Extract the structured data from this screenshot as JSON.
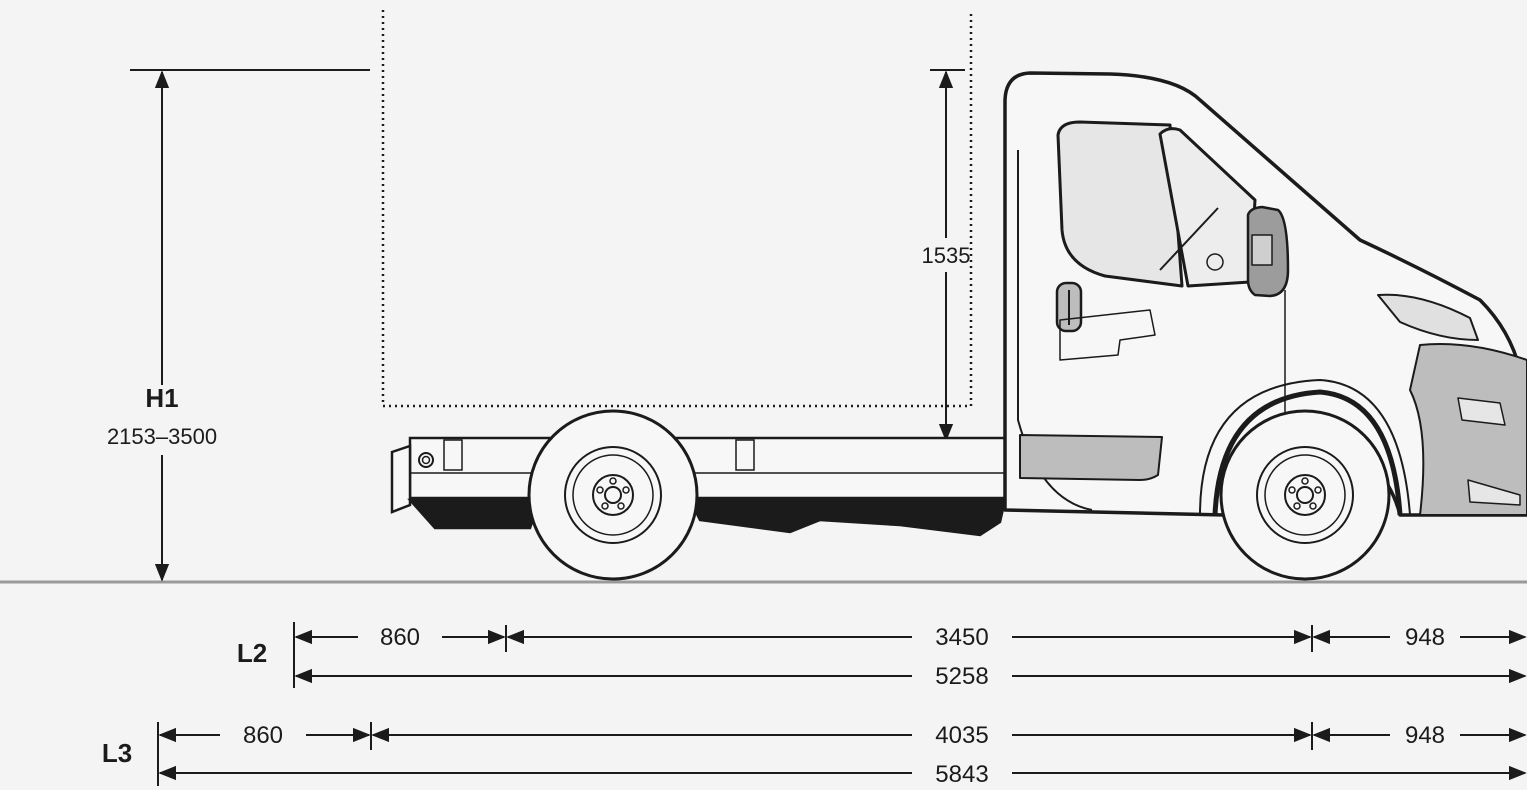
{
  "height": {
    "label": "H1",
    "range": "2153–3500",
    "cab_height": "1535"
  },
  "lengths": [
    {
      "label": "L2",
      "front_overhang": "860",
      "wheelbase": "3450",
      "rear_overhang": "948",
      "total": "5258"
    },
    {
      "label": "L3",
      "front_overhang": "860",
      "wheelbase": "4035",
      "rear_overhang": "948",
      "total": "5843"
    }
  ],
  "colors": {
    "line": "#1b1b1b",
    "ground": "#9a9a9a",
    "panel_shade": "#bdbdbd",
    "background": "#f4f4f4"
  }
}
